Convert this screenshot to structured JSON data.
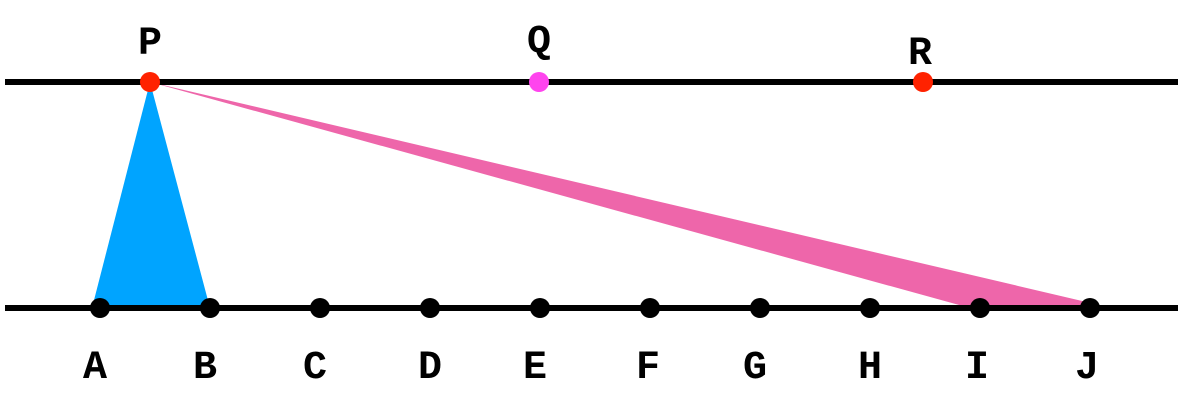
{
  "top_points": [
    {
      "label": "P",
      "color": "#ff2200"
    },
    {
      "label": "Q",
      "color": "#ff44ee"
    },
    {
      "label": "R",
      "color": "#ff2200"
    }
  ],
  "bottom_points": [
    {
      "label": "A",
      "color": "#000000"
    },
    {
      "label": "B",
      "color": "#000000"
    },
    {
      "label": "C",
      "color": "#000000"
    },
    {
      "label": "D",
      "color": "#000000"
    },
    {
      "label": "E",
      "color": "#000000"
    },
    {
      "label": "F",
      "color": "#000000"
    },
    {
      "label": "G",
      "color": "#000000"
    },
    {
      "label": "H",
      "color": "#000000"
    },
    {
      "label": "I",
      "color": "#000000"
    },
    {
      "label": "J",
      "color": "#000000"
    }
  ],
  "triangles": [
    {
      "apex": "P",
      "base": [
        "A",
        "B"
      ],
      "color": "#00a4ff"
    },
    {
      "apex": "P",
      "base": [
        "I",
        "J"
      ],
      "color": "#ee66aa"
    }
  ],
  "line_color": "#000000"
}
